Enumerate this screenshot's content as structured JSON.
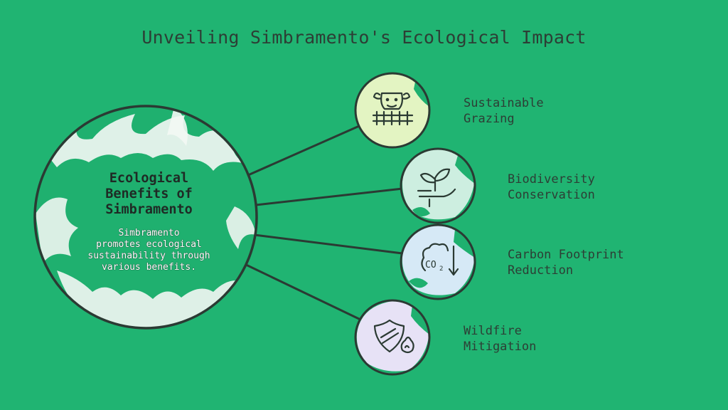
{
  "title": "Unveiling Simbramento's Ecological Impact",
  "hub": {
    "title_lines": [
      "Ecological",
      "Benefits of",
      "Simbramento"
    ],
    "description_lines": [
      "Simbramento",
      "promotes ecological",
      "sustainability through",
      "various benefits."
    ]
  },
  "nodes": [
    {
      "label_lines": [
        "Sustainable",
        "Grazing"
      ],
      "icon": "cow-fence-icon",
      "fill": "#e3f4c2"
    },
    {
      "label_lines": [
        "Biodiversity",
        "Conservation"
      ],
      "icon": "plant-hand-icon",
      "fill": "#cdeee0"
    },
    {
      "label_lines": [
        "Carbon Footprint",
        "Reduction"
      ],
      "icon": "co2-cloud-icon",
      "fill": "#d6e9f6"
    },
    {
      "label_lines": [
        "Wildfire",
        "Mitigation"
      ],
      "icon": "shield-fire-icon",
      "fill": "#e7e2f6"
    }
  ],
  "colors": {
    "background": "#20b472",
    "outline": "#2b3a33",
    "text": "#2d3e35"
  }
}
